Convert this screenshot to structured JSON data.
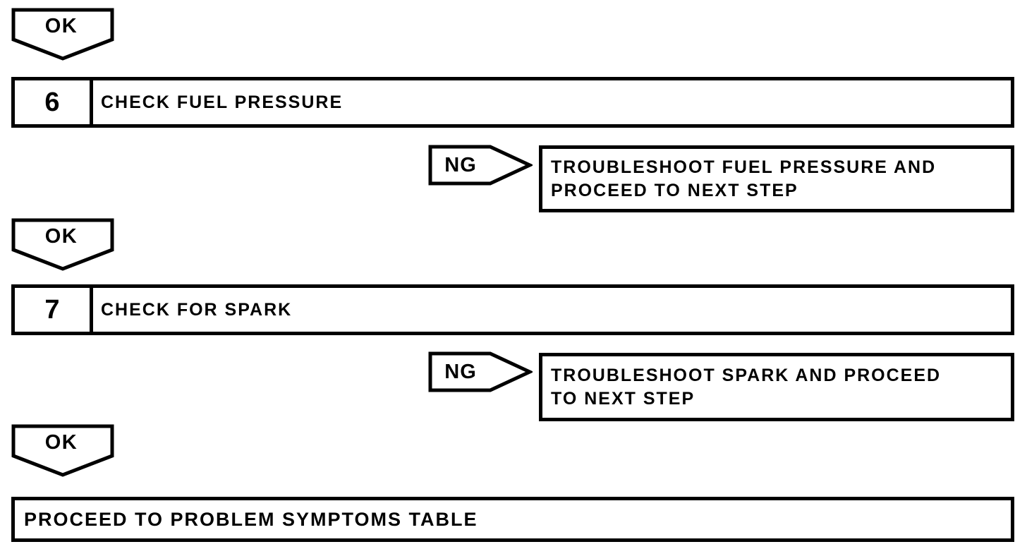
{
  "colors": {
    "ink": "#000000",
    "background": "#ffffff"
  },
  "flowchart": {
    "ok_label": "OK",
    "ng_label": "NG",
    "steps": [
      {
        "number": "6",
        "title": "CHECK FUEL PRESSURE",
        "ng_result": {
          "lines": [
            "TROUBLESHOOT FUEL PRESSURE AND",
            "PROCEED TO NEXT STEP"
          ]
        }
      },
      {
        "number": "7",
        "title": "CHECK FOR SPARK",
        "ng_result": {
          "lines": [
            "TROUBLESHOOT SPARK AND PROCEED",
            "TO NEXT STEP"
          ]
        }
      }
    ],
    "final": {
      "label": "PROCEED TO PROBLEM SYMPTOMS TABLE"
    }
  }
}
